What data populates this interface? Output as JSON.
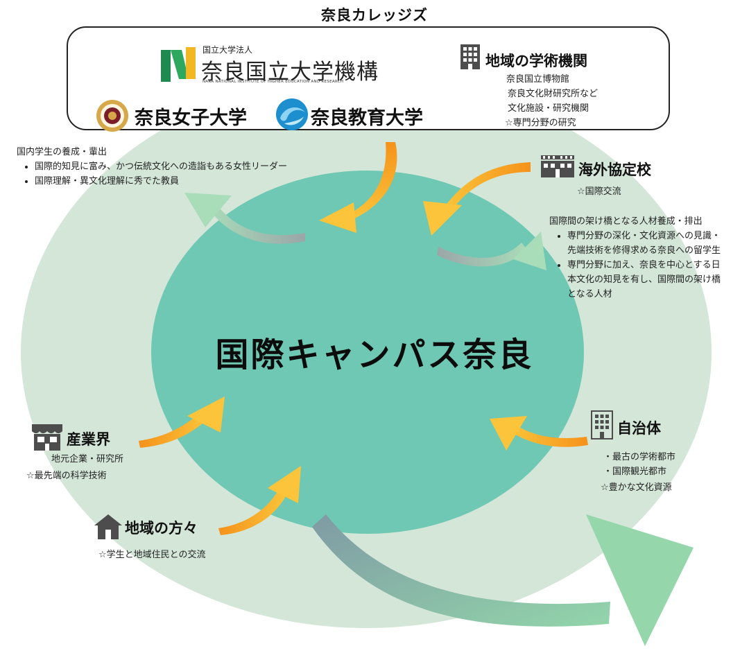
{
  "top_label": "奈良カレッジズ",
  "universities": {
    "nara_institute": {
      "small": "国立大学法人",
      "name": "奈良国立大学機構",
      "english": "NARA NATIONAL INSTITUTE OF HIGHER EDUCATION AND RESEARCH"
    },
    "womens": "奈良女子大学",
    "education": "奈良教育大学"
  },
  "academic": {
    "title": "地域の学術機関",
    "items": [
      "奈良国立博物館",
      "奈良文化財研究所など",
      "文化施設・研究機関",
      "☆専門分野の研究"
    ]
  },
  "domestic": {
    "title": "国内学生の養成・輩出",
    "bullets": [
      "国際的知見に富み、かつ伝統文化への造詣もある女性リーダー",
      "国際理解・異文化理解に秀でた教員"
    ]
  },
  "overseas": {
    "title": "海外協定校",
    "note": "☆国際交流"
  },
  "international": {
    "title": "国際間の架け橋となる人材養成・排出",
    "bullets": [
      [
        "専門分野の深化・文化資源への見識・",
        "先端技術を修得求める奈良への留学生"
      ],
      [
        "専門分野に加え、奈良を中心とする日",
        "本文化の知見を有し、国際間の架け橋",
        "となる人材"
      ]
    ]
  },
  "center_label": "国際キャンパス奈良",
  "industry": {
    "title": "産業界",
    "items": [
      "地元企業・研究所",
      "☆最先端の科学技術"
    ]
  },
  "municipality": {
    "title": "自治体",
    "items": [
      "・最古の学術都市",
      "・国際観光都市",
      "☆豊かな文化資源"
    ]
  },
  "community": {
    "title": "地域の方々",
    "note": "☆学生と地域住民との交流"
  },
  "colors": {
    "outer_ellipse": "#d3e6d8",
    "inner_circle": "#6ec8b3",
    "arrow_orange": "#f39a1c",
    "arrow_yellow": "#fbc131",
    "arrow_green": "#a4d9b6",
    "icon_gray": "#4d4d4d"
  }
}
